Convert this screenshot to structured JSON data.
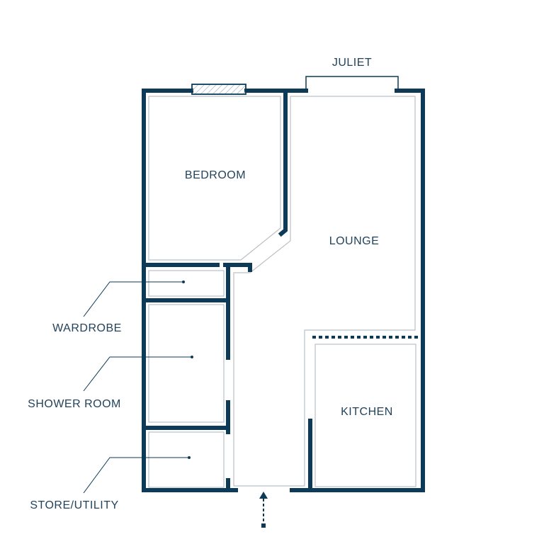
{
  "colors": {
    "wall": "#0d3a57",
    "inner_line": "#b8c0c7",
    "text": "#22435c",
    "background": "#ffffff"
  },
  "labels": {
    "juliet": "JULIET",
    "bedroom": "BEDROOM",
    "lounge": "LOUNGE",
    "kitchen": "KITCHEN",
    "wardrobe": "WARDROBE",
    "shower_room": "SHOWER ROOM",
    "store_utility": "STORE/UTILITY"
  },
  "icons": {
    "entrance": "entrance-arrow-icon",
    "window": "window-icon"
  }
}
